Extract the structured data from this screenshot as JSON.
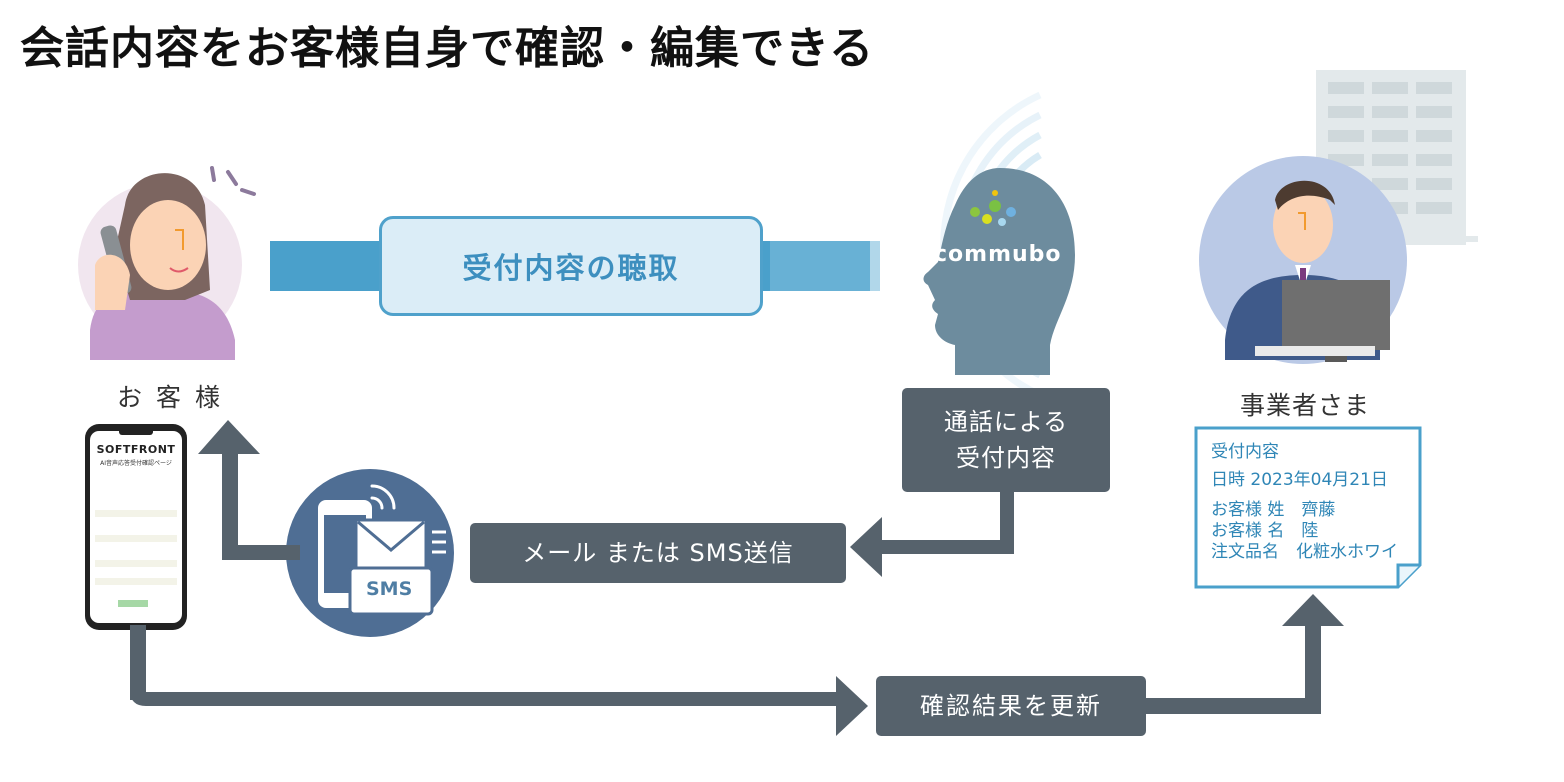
{
  "title": "会話内容をお客様自身で確認・編集できる",
  "customer": {
    "label": "お 客 様"
  },
  "business": {
    "label": "事業者さま"
  },
  "listen_box": {
    "label": "受付内容の聴取"
  },
  "bot": {
    "logo_text": "commubo"
  },
  "call_content_box": {
    "line1": "通話による",
    "line2": "受付内容"
  },
  "send_box": {
    "label": "メール または SMS送信"
  },
  "update_box": {
    "label": "確認結果を更新"
  },
  "sms_icon": {
    "label": "SMS"
  },
  "phone": {
    "brand": "SOFTFRONT",
    "brand_accent": "O",
    "page_title": "AI音声応答受付確認ページ"
  },
  "document": {
    "lines": [
      "受付内容",
      "日時 2023年04月21日",
      "お客様 姓　齊藤",
      "お客様 名　陸",
      "注文品名　化粧水ホワイ"
    ]
  },
  "colors": {
    "dark_box": "#56626c",
    "accent_blue": "#4fa1cb",
    "bot_head": "#6d8c9e",
    "sms_circle": "#4f6e94"
  }
}
